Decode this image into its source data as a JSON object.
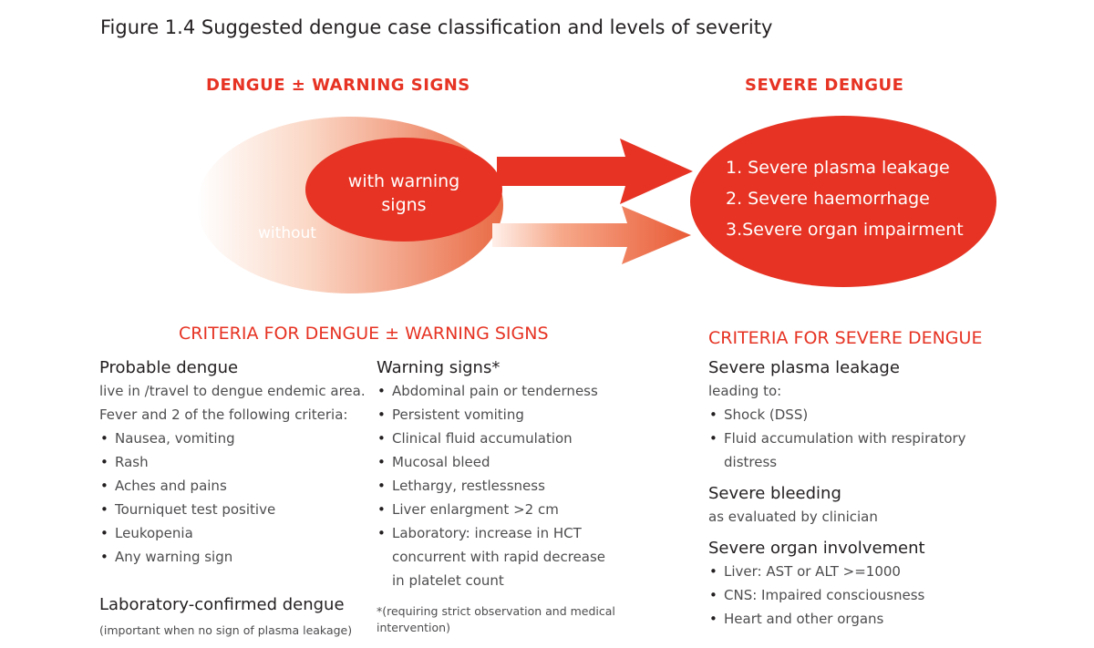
{
  "figure_title": "Figure 1.4 Suggested dengue case classification and levels of severity",
  "headers": {
    "left": "DENGUE ± WARNING SIGNS",
    "right": "SEVERE DENGUE"
  },
  "diagram": {
    "without": "without",
    "with_warning_line1": "with warning",
    "with_warning_line2": "signs",
    "severe_items": [
      "1. Severe plasma leakage",
      "2. Severe haemorrhage",
      "3.Severe organ impairment"
    ]
  },
  "criteria_left_title": "CRITERIA FOR DENGUE ± WARNING SIGNS",
  "criteria_right_title": "CRITERIA FOR SEVERE DENGUE",
  "probable": {
    "heading": "Probable dengue",
    "line1": "live in /travel to dengue endemic area.",
    "line2": "Fever and 2 of the following criteria:",
    "items": [
      "Nausea, vomiting",
      "Rash",
      "Aches and pains",
      "Tourniquet test positive",
      "Leukopenia",
      "Any warning sign"
    ]
  },
  "lab_confirmed": {
    "heading": "Laboratory-confirmed dengue",
    "note": "(important when no sign of plasma leakage)"
  },
  "warning": {
    "heading": "Warning signs*",
    "items": [
      "Abdominal pain or tenderness",
      "Persistent vomiting",
      "Clinical fluid accumulation",
      "Mucosal bleed",
      "Lethargy, restlessness",
      "Liver enlargment >2 cm",
      "Laboratory: increase in HCT"
    ],
    "continuation1": "concurrent with rapid decrease",
    "continuation2": "in platelet count",
    "footnote1": "*(requiring strict observation and medical",
    "footnote2": "intervention)"
  },
  "severe_plasma": {
    "heading": "Severe plasma leakage",
    "lead": "leading to:",
    "items": [
      "Shock (DSS)",
      "Fluid accumulation with respiratory"
    ],
    "continuation": "distress"
  },
  "severe_bleeding": {
    "heading": "Severe bleeding",
    "line": "as evaluated by clinician"
  },
  "severe_organ": {
    "heading": "Severe organ involvement",
    "items": [
      "Liver: AST or ALT >=1000",
      "CNS: Impaired consciousness",
      "Heart and other organs"
    ]
  },
  "colors": {
    "accent_red": "#e63323",
    "text_dark": "#231f20",
    "text_gray": "#4d4d4f"
  }
}
